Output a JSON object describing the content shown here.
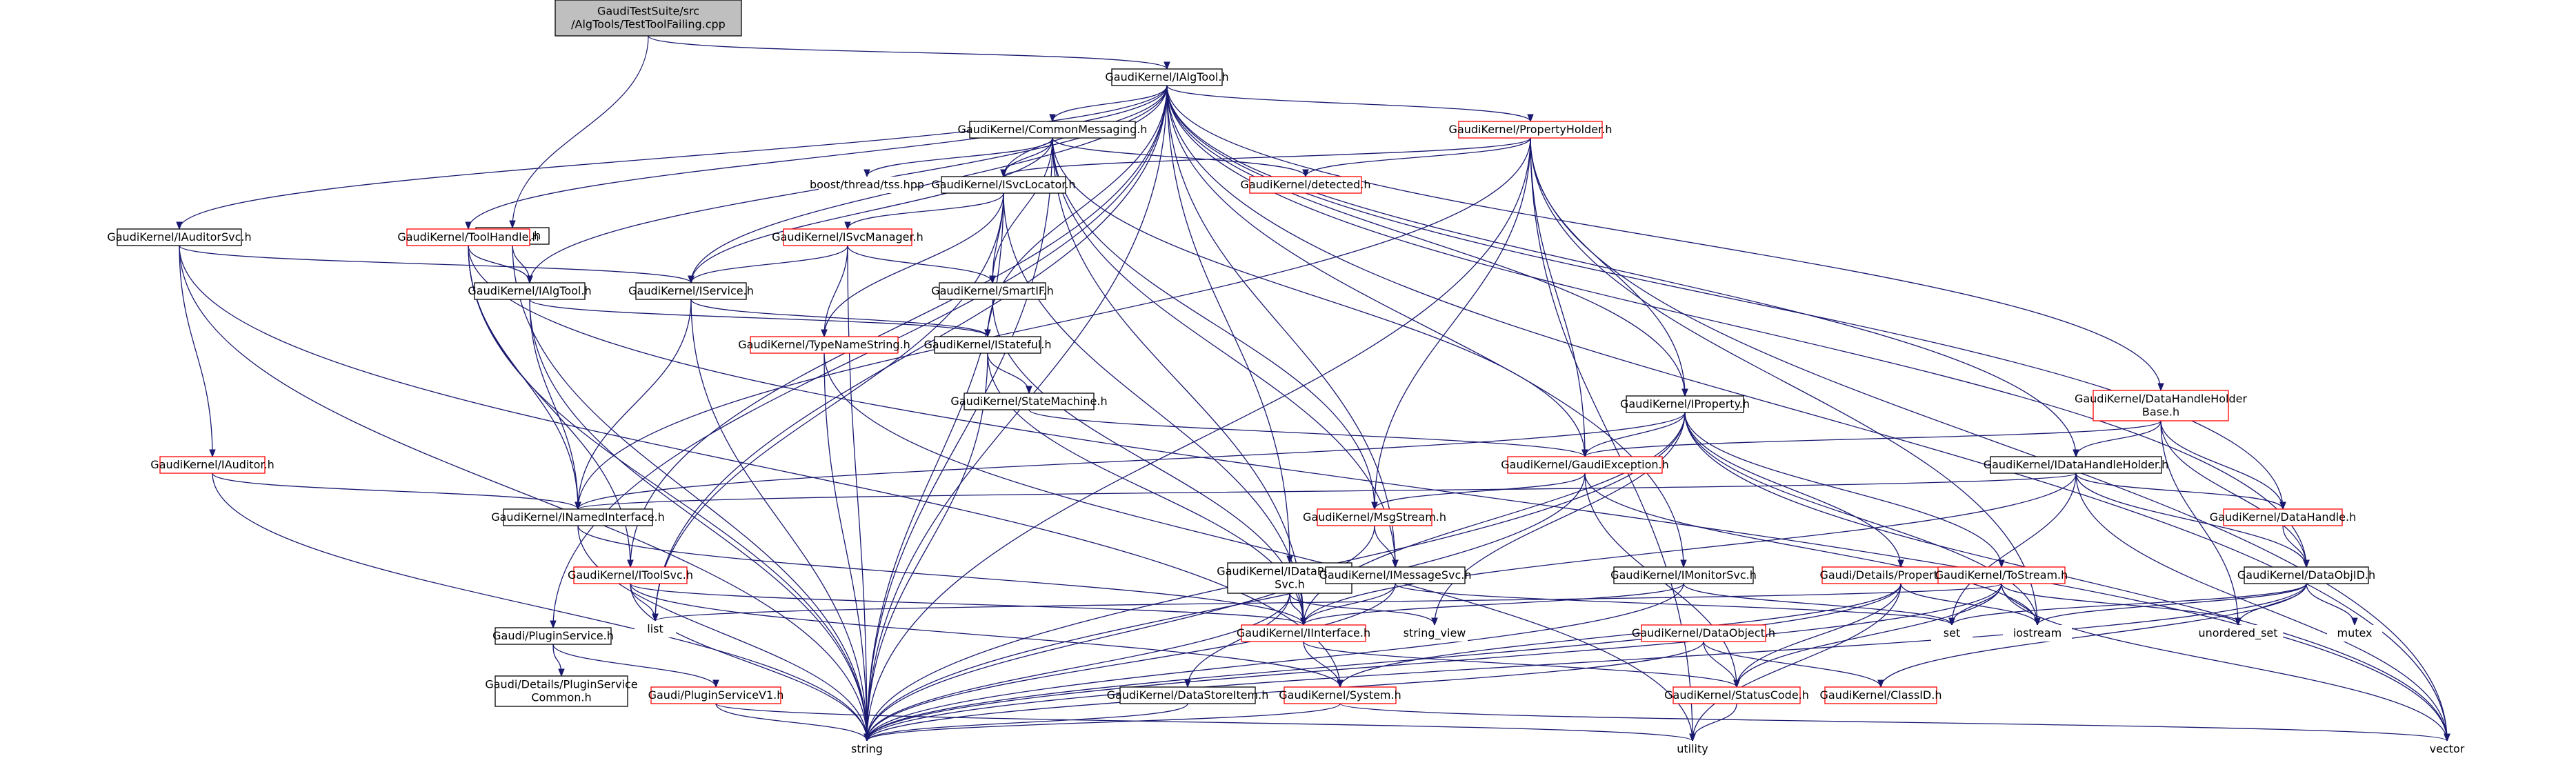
{
  "diagram": {
    "nodes": [
      {
        "id": "root",
        "lines": [
          "GaudiTestSuite/src",
          "/AlgTools/TestToolFailing.cpp"
        ],
        "style": "root"
      },
      {
        "id": "ialgtool_h",
        "lines": [
          "GaudiKernel/IAlgTool.h"
        ],
        "style": "black"
      },
      {
        "id": "itesttool",
        "lines": [
          "ITestTool.h"
        ],
        "style": "black"
      },
      {
        "id": "commonmsg",
        "lines": [
          "GaudiKernel/CommonMessaging.h"
        ],
        "style": "black"
      },
      {
        "id": "propholder",
        "lines": [
          "GaudiKernel/PropertyHolder.h"
        ],
        "style": "red"
      },
      {
        "id": "boostthread",
        "lines": [
          "boost/thread/tss.hpp"
        ],
        "style": "none"
      },
      {
        "id": "isvclocator",
        "lines": [
          "GaudiKernel/ISvcLocator.h"
        ],
        "style": "black"
      },
      {
        "id": "detected",
        "lines": [
          "GaudiKernel/detected.h"
        ],
        "style": "red"
      },
      {
        "id": "iauditorsvc",
        "lines": [
          "GaudiKernel/IAuditorSvc.h"
        ],
        "style": "black"
      },
      {
        "id": "toolhandle",
        "lines": [
          "GaudiKernel/ToolHandle.h"
        ],
        "style": "red"
      },
      {
        "id": "isvcmanager",
        "lines": [
          "GaudiKernel/ISvcManager.h"
        ],
        "style": "red"
      },
      {
        "id": "ialgtool2",
        "lines": [
          "GaudiKernel/IAlgTool.h"
        ],
        "style": "black"
      },
      {
        "id": "iservice",
        "lines": [
          "GaudiKernel/IService.h"
        ],
        "style": "black"
      },
      {
        "id": "smartif",
        "lines": [
          "GaudiKernel/SmartIF.h"
        ],
        "style": "black"
      },
      {
        "id": "typenamestr",
        "lines": [
          "GaudiKernel/TypeNameString.h"
        ],
        "style": "red"
      },
      {
        "id": "istateful",
        "lines": [
          "GaudiKernel/IStateful.h"
        ],
        "style": "black"
      },
      {
        "id": "statemachine",
        "lines": [
          "GaudiKernel/StateMachine.h"
        ],
        "style": "black"
      },
      {
        "id": "iproperty",
        "lines": [
          "GaudiKernel/IProperty.h"
        ],
        "style": "black"
      },
      {
        "id": "dhholderbase",
        "lines": [
          "GaudiKernel/DataHandleHolder",
          "Base.h"
        ],
        "style": "red"
      },
      {
        "id": "iauditor",
        "lines": [
          "GaudiKernel/IAuditor.h"
        ],
        "style": "red"
      },
      {
        "id": "gaudiexc",
        "lines": [
          "GaudiKernel/GaudiException.h"
        ],
        "style": "red"
      },
      {
        "id": "idhholder",
        "lines": [
          "GaudiKernel/IDataHandleHolder.h"
        ],
        "style": "black"
      },
      {
        "id": "inamedif",
        "lines": [
          "GaudiKernel/INamedInterface.h"
        ],
        "style": "black"
      },
      {
        "id": "msgstream",
        "lines": [
          "GaudiKernel/MsgStream.h"
        ],
        "style": "red"
      },
      {
        "id": "datahandle",
        "lines": [
          "GaudiKernel/DataHandle.h"
        ],
        "style": "red"
      },
      {
        "id": "itoolsvc",
        "lines": [
          "GaudiKernel/IToolSvc.h"
        ],
        "style": "red"
      },
      {
        "id": "idataprov",
        "lines": [
          "GaudiKernel/IDataProvider",
          "Svc.h"
        ],
        "style": "black"
      },
      {
        "id": "imessagesvc",
        "lines": [
          "GaudiKernel/IMessageSvc.h"
        ],
        "style": "black"
      },
      {
        "id": "imonitorsvc",
        "lines": [
          "GaudiKernel/IMonitorSvc.h"
        ],
        "style": "black"
      },
      {
        "id": "propbase",
        "lines": [
          "Gaudi/Details/PropertyBase.h"
        ],
        "style": "red"
      },
      {
        "id": "tostream",
        "lines": [
          "GaudiKernel/ToStream.h"
        ],
        "style": "red"
      },
      {
        "id": "dataobjid",
        "lines": [
          "GaudiKernel/DataObjID.h"
        ],
        "style": "black"
      },
      {
        "id": "list",
        "lines": [
          "list"
        ],
        "style": "none"
      },
      {
        "id": "pluginsvc",
        "lines": [
          "Gaudi/PluginService.h"
        ],
        "style": "black"
      },
      {
        "id": "iinterface",
        "lines": [
          "GaudiKernel/IInterface.h"
        ],
        "style": "red"
      },
      {
        "id": "stringview",
        "lines": [
          "string_view"
        ],
        "style": "none"
      },
      {
        "id": "dataobject",
        "lines": [
          "GaudiKernel/DataObject.h"
        ],
        "style": "red"
      },
      {
        "id": "set",
        "lines": [
          "set"
        ],
        "style": "none"
      },
      {
        "id": "iostream",
        "lines": [
          "iostream"
        ],
        "style": "none"
      },
      {
        "id": "unorderedset",
        "lines": [
          "unordered_set"
        ],
        "style": "none"
      },
      {
        "id": "mutex",
        "lines": [
          "mutex"
        ],
        "style": "none"
      },
      {
        "id": "pluginsvccommon",
        "lines": [
          "Gaudi/Details/PluginService",
          "Common.h"
        ],
        "style": "black"
      },
      {
        "id": "pluginsvcv1",
        "lines": [
          "Gaudi/PluginServiceV1.h"
        ],
        "style": "red"
      },
      {
        "id": "datastoreitem",
        "lines": [
          "GaudiKernel/DataStoreItem.h"
        ],
        "style": "black"
      },
      {
        "id": "system",
        "lines": [
          "GaudiKernel/System.h"
        ],
        "style": "red"
      },
      {
        "id": "statuscode",
        "lines": [
          "GaudiKernel/StatusCode.h"
        ],
        "style": "red"
      },
      {
        "id": "classid",
        "lines": [
          "GaudiKernel/ClassID.h"
        ],
        "style": "red"
      },
      {
        "id": "string",
        "lines": [
          "string"
        ],
        "style": "none"
      },
      {
        "id": "utility",
        "lines": [
          "utility"
        ],
        "style": "none"
      },
      {
        "id": "vector",
        "lines": [
          "vector"
        ],
        "style": "none"
      }
    ],
    "edges": [
      [
        "root",
        "ialgtool_h"
      ],
      [
        "root",
        "itesttool"
      ],
      [
        "ialgtool_h",
        "commonmsg"
      ],
      [
        "ialgtool_h",
        "propholder"
      ],
      [
        "ialgtool_h",
        "isvclocator"
      ],
      [
        "ialgtool_h",
        "iauditorsvc"
      ],
      [
        "ialgtool_h",
        "toolhandle"
      ],
      [
        "ialgtool_h",
        "ialgtool2"
      ],
      [
        "ialgtool_h",
        "iservice"
      ],
      [
        "ialgtool_h",
        "istateful"
      ],
      [
        "ialgtool_h",
        "iproperty"
      ],
      [
        "ialgtool_h",
        "dhholderbase"
      ],
      [
        "ialgtool_h",
        "idhholder"
      ],
      [
        "ialgtool_h",
        "datahandle"
      ],
      [
        "ialgtool_h",
        "itoolsvc"
      ],
      [
        "ialgtool_h",
        "idataprov"
      ],
      [
        "ialgtool_h",
        "imessagesvc"
      ],
      [
        "ialgtool_h",
        "imonitorsvc"
      ],
      [
        "ialgtool_h",
        "dataobjid"
      ],
      [
        "ialgtool_h",
        "list"
      ],
      [
        "ialgtool_h",
        "pluginsvc"
      ],
      [
        "ialgtool_h",
        "string"
      ],
      [
        "ialgtool_h",
        "vector"
      ],
      [
        "itesttool",
        "ialgtool2"
      ],
      [
        "itesttool",
        "string"
      ],
      [
        "commonmsg",
        "boostthread"
      ],
      [
        "commonmsg",
        "isvclocator"
      ],
      [
        "commonmsg",
        "detected"
      ],
      [
        "commonmsg",
        "iservice"
      ],
      [
        "commonmsg",
        "smartif"
      ],
      [
        "commonmsg",
        "msgstream"
      ],
      [
        "commonmsg",
        "imessagesvc"
      ],
      [
        "commonmsg",
        "gaudiexc"
      ],
      [
        "commonmsg",
        "iinterface"
      ],
      [
        "commonmsg",
        "string"
      ],
      [
        "propholder",
        "detected"
      ],
      [
        "propholder",
        "isvclocator"
      ],
      [
        "propholder",
        "iproperty"
      ],
      [
        "propholder",
        "gaudiexc"
      ],
      [
        "propholder",
        "msgstream"
      ],
      [
        "propholder",
        "inamedif"
      ],
      [
        "propholder",
        "iostream"
      ],
      [
        "propholder",
        "utility"
      ],
      [
        "propholder",
        "vector"
      ],
      [
        "propholder",
        "string"
      ],
      [
        "isvclocator",
        "isvcmanager"
      ],
      [
        "isvclocator",
        "smartif"
      ],
      [
        "isvclocator",
        "typenamestr"
      ],
      [
        "isvclocator",
        "iinterface"
      ],
      [
        "isvclocator",
        "list"
      ],
      [
        "isvclocator",
        "string"
      ],
      [
        "iauditorsvc",
        "iservice"
      ],
      [
        "iauditorsvc",
        "iauditor"
      ],
      [
        "iauditorsvc",
        "system"
      ],
      [
        "iauditorsvc",
        "string"
      ],
      [
        "toolhandle",
        "ialgtool2"
      ],
      [
        "toolhandle",
        "inamedif"
      ],
      [
        "toolhandle",
        "itoolsvc"
      ],
      [
        "toolhandle",
        "string"
      ],
      [
        "toolhandle",
        "vector"
      ],
      [
        "isvcmanager",
        "iservice"
      ],
      [
        "isvcmanager",
        "smartif"
      ],
      [
        "isvcmanager",
        "typenamestr"
      ],
      [
        "isvcmanager",
        "string"
      ],
      [
        "ialgtool2",
        "istateful"
      ],
      [
        "ialgtool2",
        "inamedif"
      ],
      [
        "ialgtool2",
        "string"
      ],
      [
        "iservice",
        "istateful"
      ],
      [
        "iservice",
        "inamedif"
      ],
      [
        "iservice",
        "string"
      ],
      [
        "smartif",
        "iinterface"
      ],
      [
        "typenamestr",
        "string"
      ],
      [
        "typenamestr",
        "utility"
      ],
      [
        "istateful",
        "statemachine"
      ],
      [
        "istateful",
        "iinterface"
      ],
      [
        "istateful",
        "string"
      ],
      [
        "statemachine",
        "gaudiexc"
      ],
      [
        "iproperty",
        "inamedif"
      ],
      [
        "iproperty",
        "gaudiexc"
      ],
      [
        "iproperty",
        "propbase"
      ],
      [
        "iproperty",
        "tostream"
      ],
      [
        "iproperty",
        "iinterface"
      ],
      [
        "iproperty",
        "stringview"
      ],
      [
        "iproperty",
        "iostream"
      ],
      [
        "iproperty",
        "string"
      ],
      [
        "iproperty",
        "vector"
      ],
      [
        "dhholderbase",
        "gaudiexc"
      ],
      [
        "dhholderbase",
        "idhholder"
      ],
      [
        "dhholderbase",
        "datahandle"
      ],
      [
        "dhholderbase",
        "dataobjid"
      ],
      [
        "dhholderbase",
        "unorderedset"
      ],
      [
        "iauditor",
        "inamedif"
      ],
      [
        "iauditor",
        "string"
      ],
      [
        "gaudiexc",
        "msgstream"
      ],
      [
        "gaudiexc",
        "statuscode"
      ],
      [
        "gaudiexc",
        "iostream"
      ],
      [
        "gaudiexc",
        "string"
      ],
      [
        "idhholder",
        "inamedif"
      ],
      [
        "idhholder",
        "datahandle"
      ],
      [
        "idhholder",
        "dataobjid"
      ],
      [
        "idhholder",
        "iinterface"
      ],
      [
        "idhholder",
        "set"
      ],
      [
        "idhholder",
        "vector"
      ],
      [
        "inamedif",
        "iinterface"
      ],
      [
        "inamedif",
        "string"
      ],
      [
        "msgstream",
        "imessagesvc"
      ],
      [
        "msgstream",
        "string"
      ],
      [
        "datahandle",
        "dataobjid"
      ],
      [
        "itoolsvc",
        "iinterface"
      ],
      [
        "itoolsvc",
        "system"
      ],
      [
        "itoolsvc",
        "list"
      ],
      [
        "itoolsvc",
        "string"
      ],
      [
        "idataprov",
        "iinterface"
      ],
      [
        "idataprov",
        "datastoreitem"
      ],
      [
        "idataprov",
        "string"
      ],
      [
        "idataprov",
        "stringview"
      ],
      [
        "imessagesvc",
        "iinterface"
      ],
      [
        "imessagesvc",
        "string"
      ],
      [
        "imessagesvc",
        "set"
      ],
      [
        "imonitorsvc",
        "iinterface"
      ],
      [
        "imonitorsvc",
        "set"
      ],
      [
        "imonitorsvc",
        "string"
      ],
      [
        "propbase",
        "iostream"
      ],
      [
        "propbase",
        "statuscode"
      ],
      [
        "propbase",
        "utility"
      ],
      [
        "propbase",
        "string"
      ],
      [
        "propbase",
        "system"
      ],
      [
        "tostream",
        "iostream"
      ],
      [
        "tostream",
        "set"
      ],
      [
        "tostream",
        "list"
      ],
      [
        "tostream",
        "vector"
      ],
      [
        "tostream",
        "string"
      ],
      [
        "tostream",
        "unorderedset"
      ],
      [
        "tostream",
        "statuscode"
      ],
      [
        "dataobjid",
        "iostream"
      ],
      [
        "dataobjid",
        "set"
      ],
      [
        "dataobjid",
        "mutex"
      ],
      [
        "dataobjid",
        "unorderedset"
      ],
      [
        "dataobjid",
        "string"
      ],
      [
        "dataobjid",
        "classid"
      ],
      [
        "pluginsvc",
        "pluginsvccommon"
      ],
      [
        "pluginsvc",
        "pluginsvcv1"
      ],
      [
        "pluginsvcv1",
        "string"
      ],
      [
        "pluginsvcv1",
        "utility"
      ],
      [
        "iinterface",
        "system"
      ],
      [
        "iinterface",
        "statuscode"
      ],
      [
        "dataobject",
        "statuscode"
      ],
      [
        "dataobject",
        "classid"
      ],
      [
        "dataobject",
        "string"
      ],
      [
        "datastoreitem",
        "string"
      ],
      [
        "system",
        "string"
      ],
      [
        "system",
        "vector"
      ],
      [
        "statuscode",
        "utility"
      ]
    ]
  }
}
